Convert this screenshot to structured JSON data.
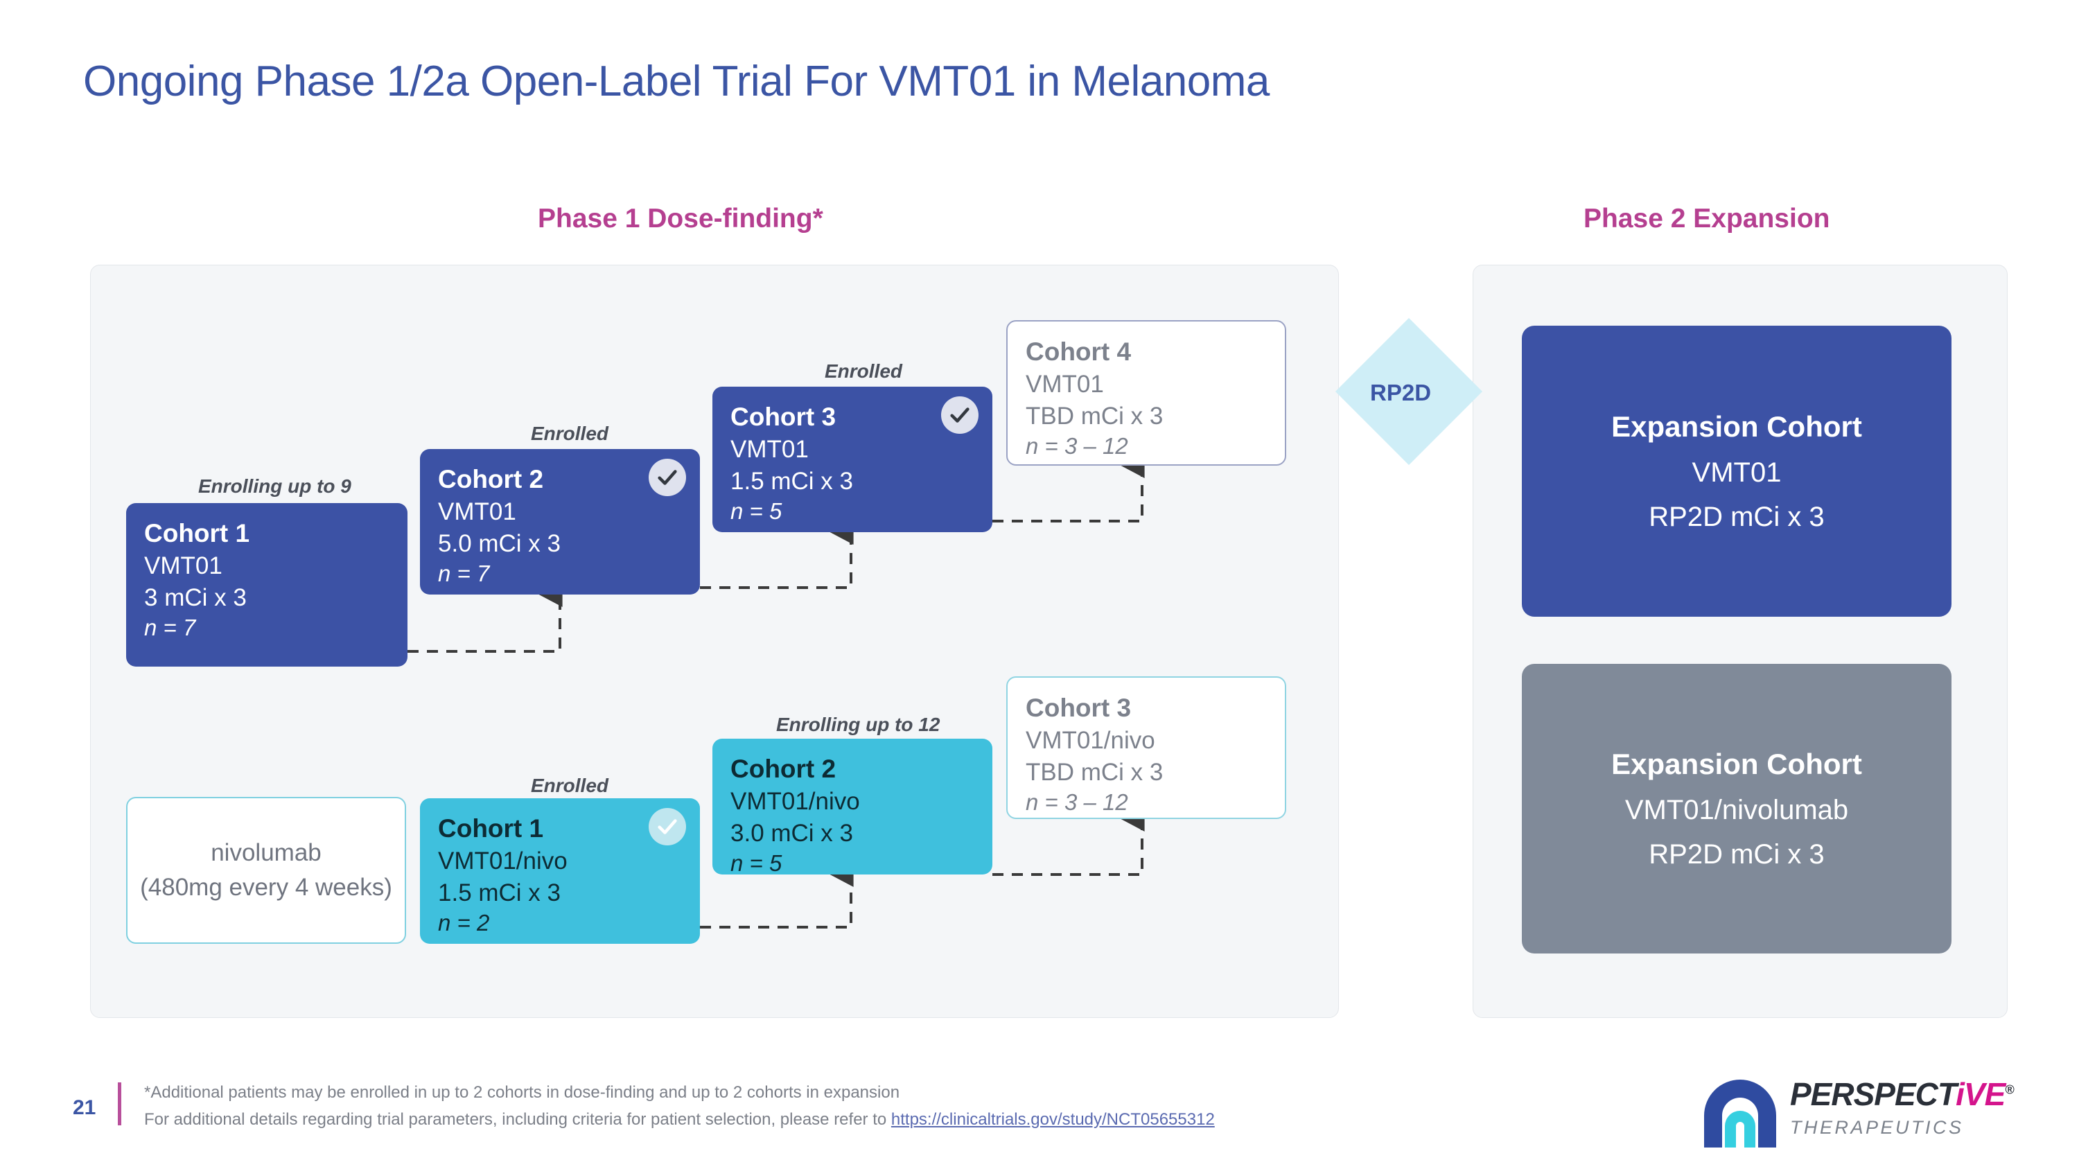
{
  "slide": {
    "title": "Ongoing Phase 1/2a Open-Label Trial For VMT01 in Melanoma",
    "page_number": "21"
  },
  "phase1": {
    "heading": "Phase 1 Dose-finding*",
    "monotherapy_arm": [
      {
        "status": "Enrolling up to 9",
        "name": "Cohort 1",
        "drug": "VMT01",
        "dose": "3 mCi x 3",
        "n": "n = 7",
        "enrolled_check": false,
        "style": "filled-blue"
      },
      {
        "status": "Enrolled",
        "name": "Cohort 2",
        "drug": "VMT01",
        "dose": "5.0 mCi x 3",
        "n": "n = 7",
        "enrolled_check": true,
        "style": "filled-blue"
      },
      {
        "status": "Enrolled",
        "name": "Cohort 3",
        "drug": "VMT01",
        "dose": "1.5 mCi x 3",
        "n": "n = 5",
        "enrolled_check": true,
        "style": "filled-blue"
      },
      {
        "status": "",
        "name": "Cohort 4",
        "drug": "VMT01",
        "dose": "TBD mCi x 3",
        "n": "n = 3 – 12",
        "enrolled_check": false,
        "style": "outline-blue"
      }
    ],
    "combination_arm": [
      {
        "status": "",
        "name": "nivolumab",
        "detail": "(480mg every 4 weeks)",
        "style": "outline-cyan-plain"
      },
      {
        "status": "Enrolled",
        "name": "Cohort 1",
        "drug": "VMT01/nivo",
        "dose": "1.5 mCi x 3",
        "n": "n = 2",
        "enrolled_check": true,
        "style": "filled-cyan"
      },
      {
        "status": "Enrolling up to 12",
        "name": "Cohort 2",
        "drug": "VMT01/nivo",
        "dose": "3.0 mCi x 3",
        "n": "n = 5",
        "enrolled_check": false,
        "style": "filled-cyan"
      },
      {
        "status": "",
        "name": "Cohort 3",
        "drug": "VMT01/nivo",
        "dose": "TBD mCi x 3",
        "n": "n = 3 – 12",
        "enrolled_check": false,
        "style": "outline-cyan"
      }
    ]
  },
  "gate": {
    "label": "RP2D"
  },
  "phase2": {
    "heading": "Phase 2 Expansion",
    "cards": [
      {
        "title": "Expansion Cohort",
        "drug": "VMT01",
        "dose": "RP2D mCi x 3",
        "style": "filled-navy"
      },
      {
        "title": "Expansion Cohort",
        "drug": "VMT01/nivolumab",
        "dose": "RP2D mCi x 3",
        "style": "filled-grey"
      }
    ]
  },
  "footer": {
    "line1": "*Additional patients may be enrolled in up to 2 cohorts in dose-finding and up to 2 cohorts in expansion",
    "line2_prefix": "For additional details regarding trial parameters, including criteria for patient selection, please refer to ",
    "link_text": "https://clinicaltrials.gov/study/NCT05655312"
  },
  "logo": {
    "word_part1": "PERSPECT",
    "word_i": "i",
    "word_part2": "VE",
    "registered": "®",
    "subtitle": "THERAPEUTICS"
  },
  "colors": {
    "title_blue": "#3b55a4",
    "heading_magenta": "#b53f90",
    "card_blue": "#3c52a5",
    "card_cyan": "#3fc0dd",
    "card_grey": "#808a99",
    "panel_bg": "#f4f6f8",
    "diamond": "#cfeef7",
    "footer_text": "#7b7f88"
  }
}
